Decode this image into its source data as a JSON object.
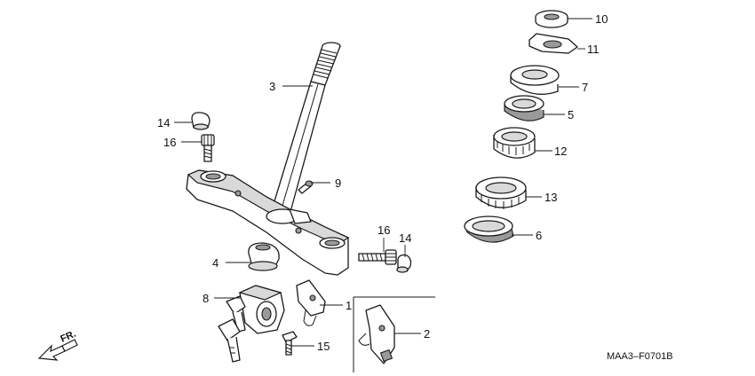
{
  "diagram": {
    "callouts": [
      {
        "id": "c10",
        "label": "10"
      },
      {
        "id": "c11",
        "label": "11"
      },
      {
        "id": "c7",
        "label": "7"
      },
      {
        "id": "c5",
        "label": "5"
      },
      {
        "id": "c12",
        "label": "12"
      },
      {
        "id": "c13",
        "label": "13"
      },
      {
        "id": "c6",
        "label": "6"
      },
      {
        "id": "c3",
        "label": "3"
      },
      {
        "id": "c14a",
        "label": "14"
      },
      {
        "id": "c16a",
        "label": "16"
      },
      {
        "id": "c9",
        "label": "9"
      },
      {
        "id": "c16b",
        "label": "16"
      },
      {
        "id": "c14b",
        "label": "14"
      },
      {
        "id": "c4",
        "label": "4"
      },
      {
        "id": "c8",
        "label": "8"
      },
      {
        "id": "c1",
        "label": "1"
      },
      {
        "id": "c2",
        "label": "2"
      },
      {
        "id": "c15",
        "label": "15"
      }
    ],
    "direction_label": "FR.",
    "drawing_code": "MAA3–F0701B"
  }
}
